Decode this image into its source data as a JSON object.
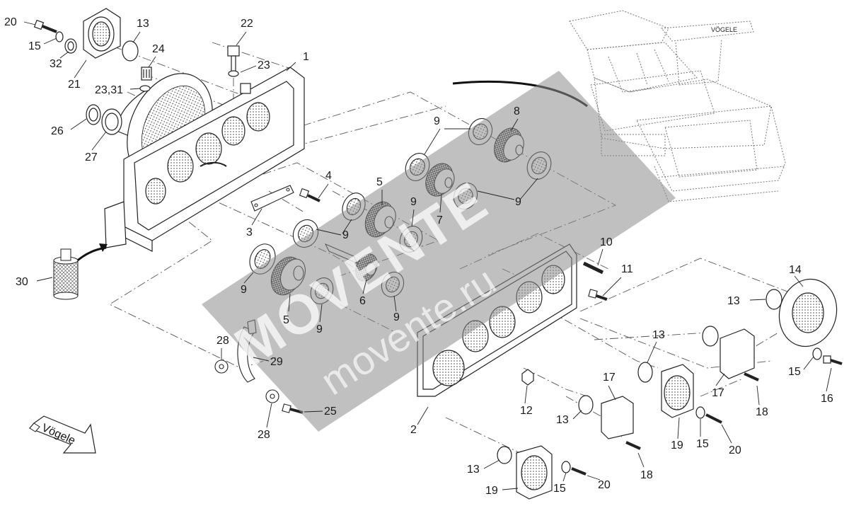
{
  "brand": {
    "arrow_text": "Vögele",
    "paver_text": "VÖGELE"
  },
  "watermark": {
    "main": "MOVENTE",
    "sub": "movente.ru"
  },
  "callouts": [
    {
      "text": "1"
    },
    {
      "text": "2"
    },
    {
      "text": "3"
    },
    {
      "text": "4"
    },
    {
      "text": "5"
    },
    {
      "text": "5"
    },
    {
      "text": "6"
    },
    {
      "text": "7"
    },
    {
      "text": "8"
    },
    {
      "text": "9"
    },
    {
      "text": "9"
    },
    {
      "text": "9"
    },
    {
      "text": "9"
    },
    {
      "text": "9"
    },
    {
      "text": "9"
    },
    {
      "text": "9"
    },
    {
      "text": "9"
    },
    {
      "text": "10"
    },
    {
      "text": "11"
    },
    {
      "text": "12"
    },
    {
      "text": "13"
    },
    {
      "text": "13"
    },
    {
      "text": "13"
    },
    {
      "text": "13"
    },
    {
      "text": "13"
    },
    {
      "text": "14"
    },
    {
      "text": "15"
    },
    {
      "text": "15"
    },
    {
      "text": "15"
    },
    {
      "text": "15"
    },
    {
      "text": "16"
    },
    {
      "text": "17"
    },
    {
      "text": "17"
    },
    {
      "text": "18"
    },
    {
      "text": "18"
    },
    {
      "text": "19"
    },
    {
      "text": "19"
    },
    {
      "text": "20"
    },
    {
      "text": "20"
    },
    {
      "text": "20"
    },
    {
      "text": "21"
    },
    {
      "text": "22"
    },
    {
      "text": "23"
    },
    {
      "text": "23,31"
    },
    {
      "text": "24"
    },
    {
      "text": "25"
    },
    {
      "text": "26"
    },
    {
      "text": "27"
    },
    {
      "text": "28"
    },
    {
      "text": "28"
    },
    {
      "text": "29"
    },
    {
      "text": "30"
    },
    {
      "text": "32"
    }
  ]
}
